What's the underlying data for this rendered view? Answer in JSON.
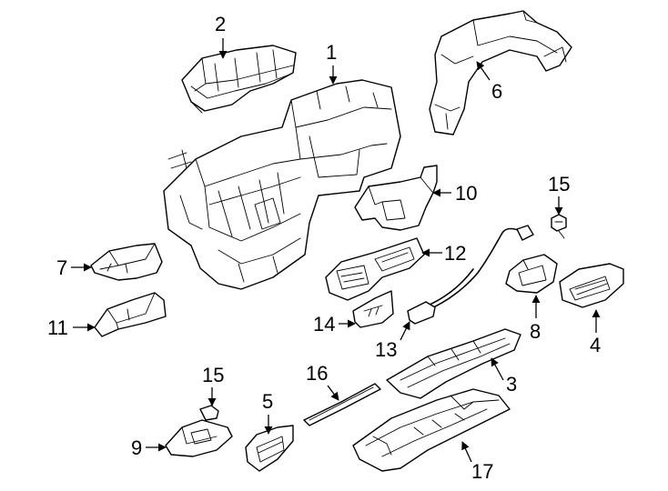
{
  "callouts": [
    {
      "id": "c1",
      "label": "1"
    },
    {
      "id": "c2",
      "label": "2"
    },
    {
      "id": "c3",
      "label": "3"
    },
    {
      "id": "c4",
      "label": "4"
    },
    {
      "id": "c5",
      "label": "5"
    },
    {
      "id": "c6",
      "label": "6"
    },
    {
      "id": "c7",
      "label": "7"
    },
    {
      "id": "c8",
      "label": "8"
    },
    {
      "id": "c9",
      "label": "9"
    },
    {
      "id": "c10",
      "label": "10"
    },
    {
      "id": "c11",
      "label": "11"
    },
    {
      "id": "c12",
      "label": "12"
    },
    {
      "id": "c13",
      "label": "13"
    },
    {
      "id": "c14",
      "label": "14"
    },
    {
      "id": "c15a",
      "label": "15"
    },
    {
      "id": "c15b",
      "label": "15"
    },
    {
      "id": "c16",
      "label": "16"
    },
    {
      "id": "c17",
      "label": "17"
    }
  ]
}
